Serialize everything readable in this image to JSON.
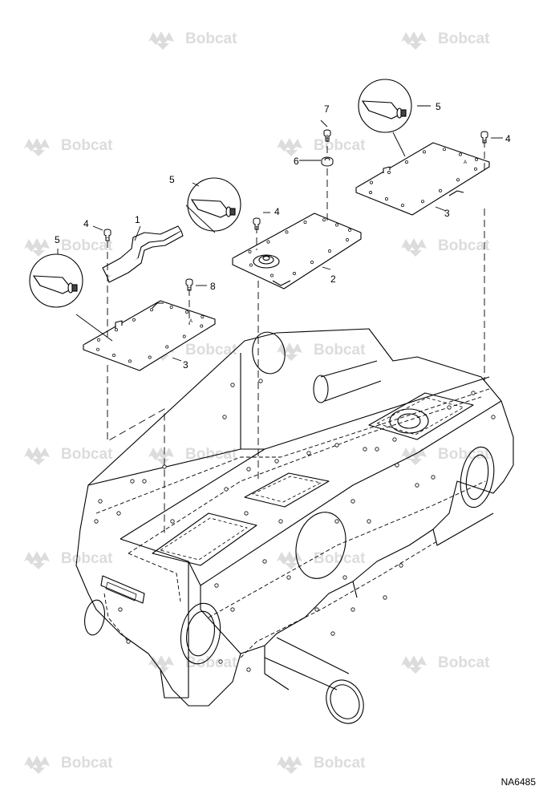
{
  "watermark": {
    "text": "Bobcat",
    "color": "#dcdcdc"
  },
  "figure_id": "NA6485",
  "callouts": [
    "1",
    "2",
    "3",
    "3",
    "4",
    "4",
    "4",
    "5",
    "5",
    "5",
    "6",
    "7",
    "8"
  ],
  "icons": {
    "watermark_logo": "bobcat-logo-icon",
    "grease": "grease-tube-icon"
  },
  "colors": {
    "line": "#000000",
    "background": "#ffffff"
  }
}
